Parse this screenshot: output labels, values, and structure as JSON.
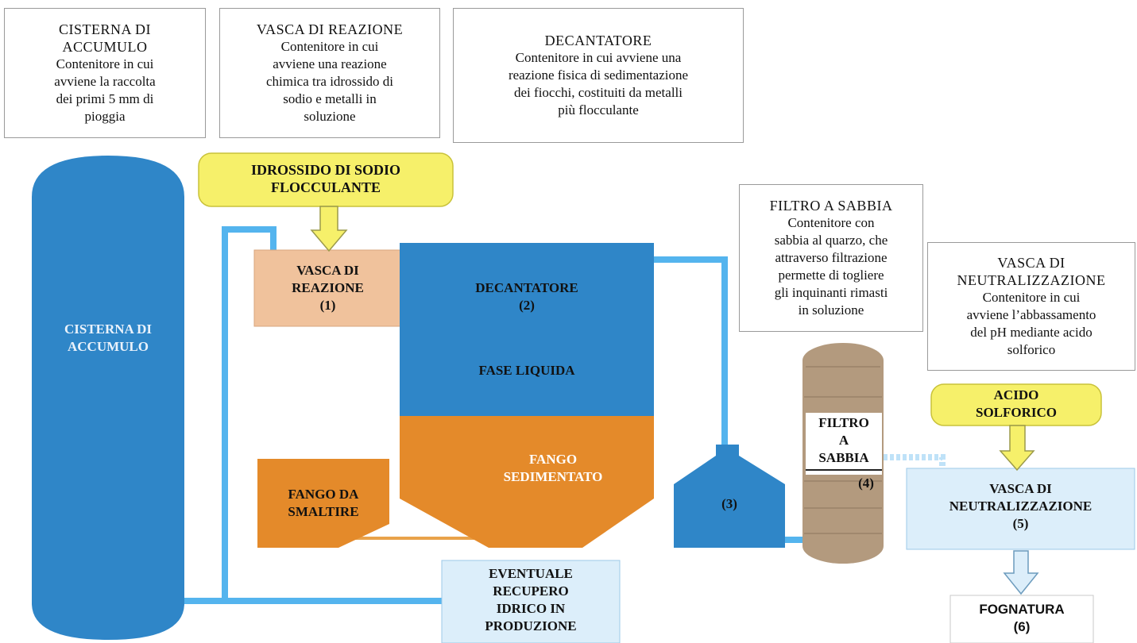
{
  "descriptions": {
    "cisterna": {
      "title_1": "CISTERNA DI",
      "title_2": "ACCUMULO",
      "text": [
        "Contenitore in cui",
        "avviene la raccolta",
        "dei primi 5 mm di",
        "pioggia"
      ]
    },
    "vasca_reazione": {
      "title": "VASCA DI REAZIONE",
      "text": [
        "Contenitore in cui",
        "avviene una reazione",
        "chimica tra idrossido di",
        "sodio e metalli in",
        "soluzione"
      ]
    },
    "decantatore": {
      "title": "DECANTATORE",
      "text": [
        "Contenitore in cui avviene una",
        "reazione fisica di sedimentazione",
        "dei fiocchi, costituiti da metalli",
        "più flocculante"
      ]
    },
    "filtro": {
      "title": "FILTRO A SABBIA",
      "text": [
        "Contenitore con",
        "sabbia al quarzo, che",
        "attraverso filtrazione",
        "permette di togliere",
        "gli inquinanti rimasti",
        "in soluzione"
      ]
    },
    "neutralizzazione": {
      "title_1": "VASCA DI",
      "title_2": "NEUTRALIZZAZIONE",
      "text": [
        "Contenitore in cui",
        "avviene l’abbassamento",
        "del pH mediante acido",
        "solforico"
      ]
    }
  },
  "components": {
    "cisterna_1": "CISTERNA DI",
    "cisterna_2": "ACCUMULO",
    "reagent_1": "IDROSSIDO DI SODIO",
    "reagent_2": "FLOCCULANTE",
    "vasca_1": "VASCA DI",
    "vasca_2": "REAZIONE",
    "vasca_3": "(1)",
    "decant_1": "DECANTATORE",
    "decant_2": "(2)",
    "fase_liquida": "FASE LIQUIDA",
    "fango_sed_1": "FANGO",
    "fango_sed_2": "SEDIMENTATO",
    "fango_smalt_1": "FANGO DA",
    "fango_smalt_2": "SMALTIRE",
    "tank3": "(3)",
    "filtro_1": "FILTRO",
    "filtro_2": "A",
    "filtro_3": "SABBIA",
    "filtro_4": "(4)",
    "acido_1": "ACIDO",
    "acido_2": "SOLFORICO",
    "neutr_1": "VASCA DI",
    "neutr_2": "NEUTRALIZZAZIONE",
    "neutr_3": "(5)",
    "recupero_1": "EVENTUALE",
    "recupero_2": "RECUPERO",
    "recupero_3": "IDRICO IN",
    "recupero_4": "PRODUZIONE",
    "fognatura_1": "FOGNATURA",
    "fognatura_2": "(6)"
  },
  "colors": {
    "tank_blue": "#2f86c8",
    "pipe_blue": "#54b4ee",
    "sludge_orange": "#e48a2a",
    "reaction_tan": "#f0c29c",
    "reagent_yellow": "#f6f06a",
    "sand_brown": "#b39a7e",
    "pale_blue": "#dceefa"
  }
}
